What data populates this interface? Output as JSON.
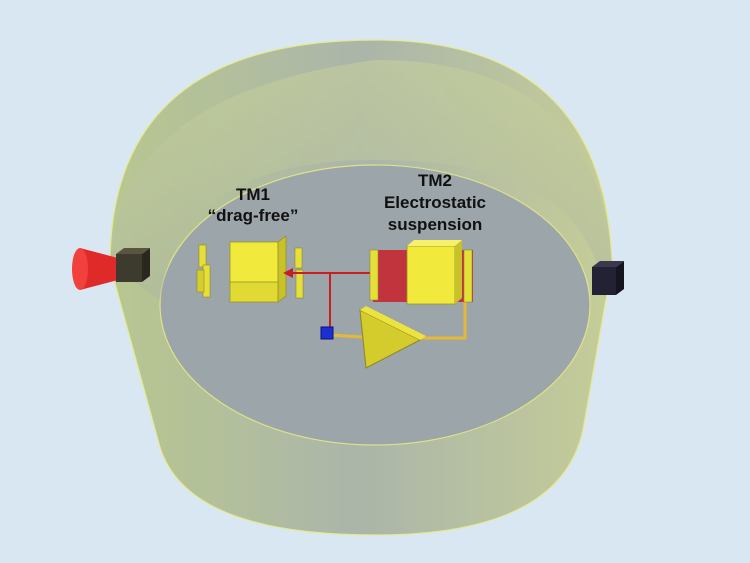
{
  "labels": {
    "tm1_name": "TM1",
    "tm1_mode": "“drag-free”",
    "tm2_name": "TM2",
    "tm2_line1": "Electrostatic",
    "tm2_line2": "suspension"
  },
  "colors": {
    "background": "#d9e7f3",
    "cylinder_fill": "#b9c38c",
    "cylinder_inner": "#9ba3a9",
    "test_mass": "#e8e23a",
    "electrode_red": "#c0202c",
    "laser_line": "#c81e1e",
    "thruster_red": "#e02a2a"
  },
  "icons": {
    "left_thruster": "thruster-cone-icon",
    "amplifier": "amplifier-triangle-icon",
    "sensor": "sensor-cube-icon"
  }
}
